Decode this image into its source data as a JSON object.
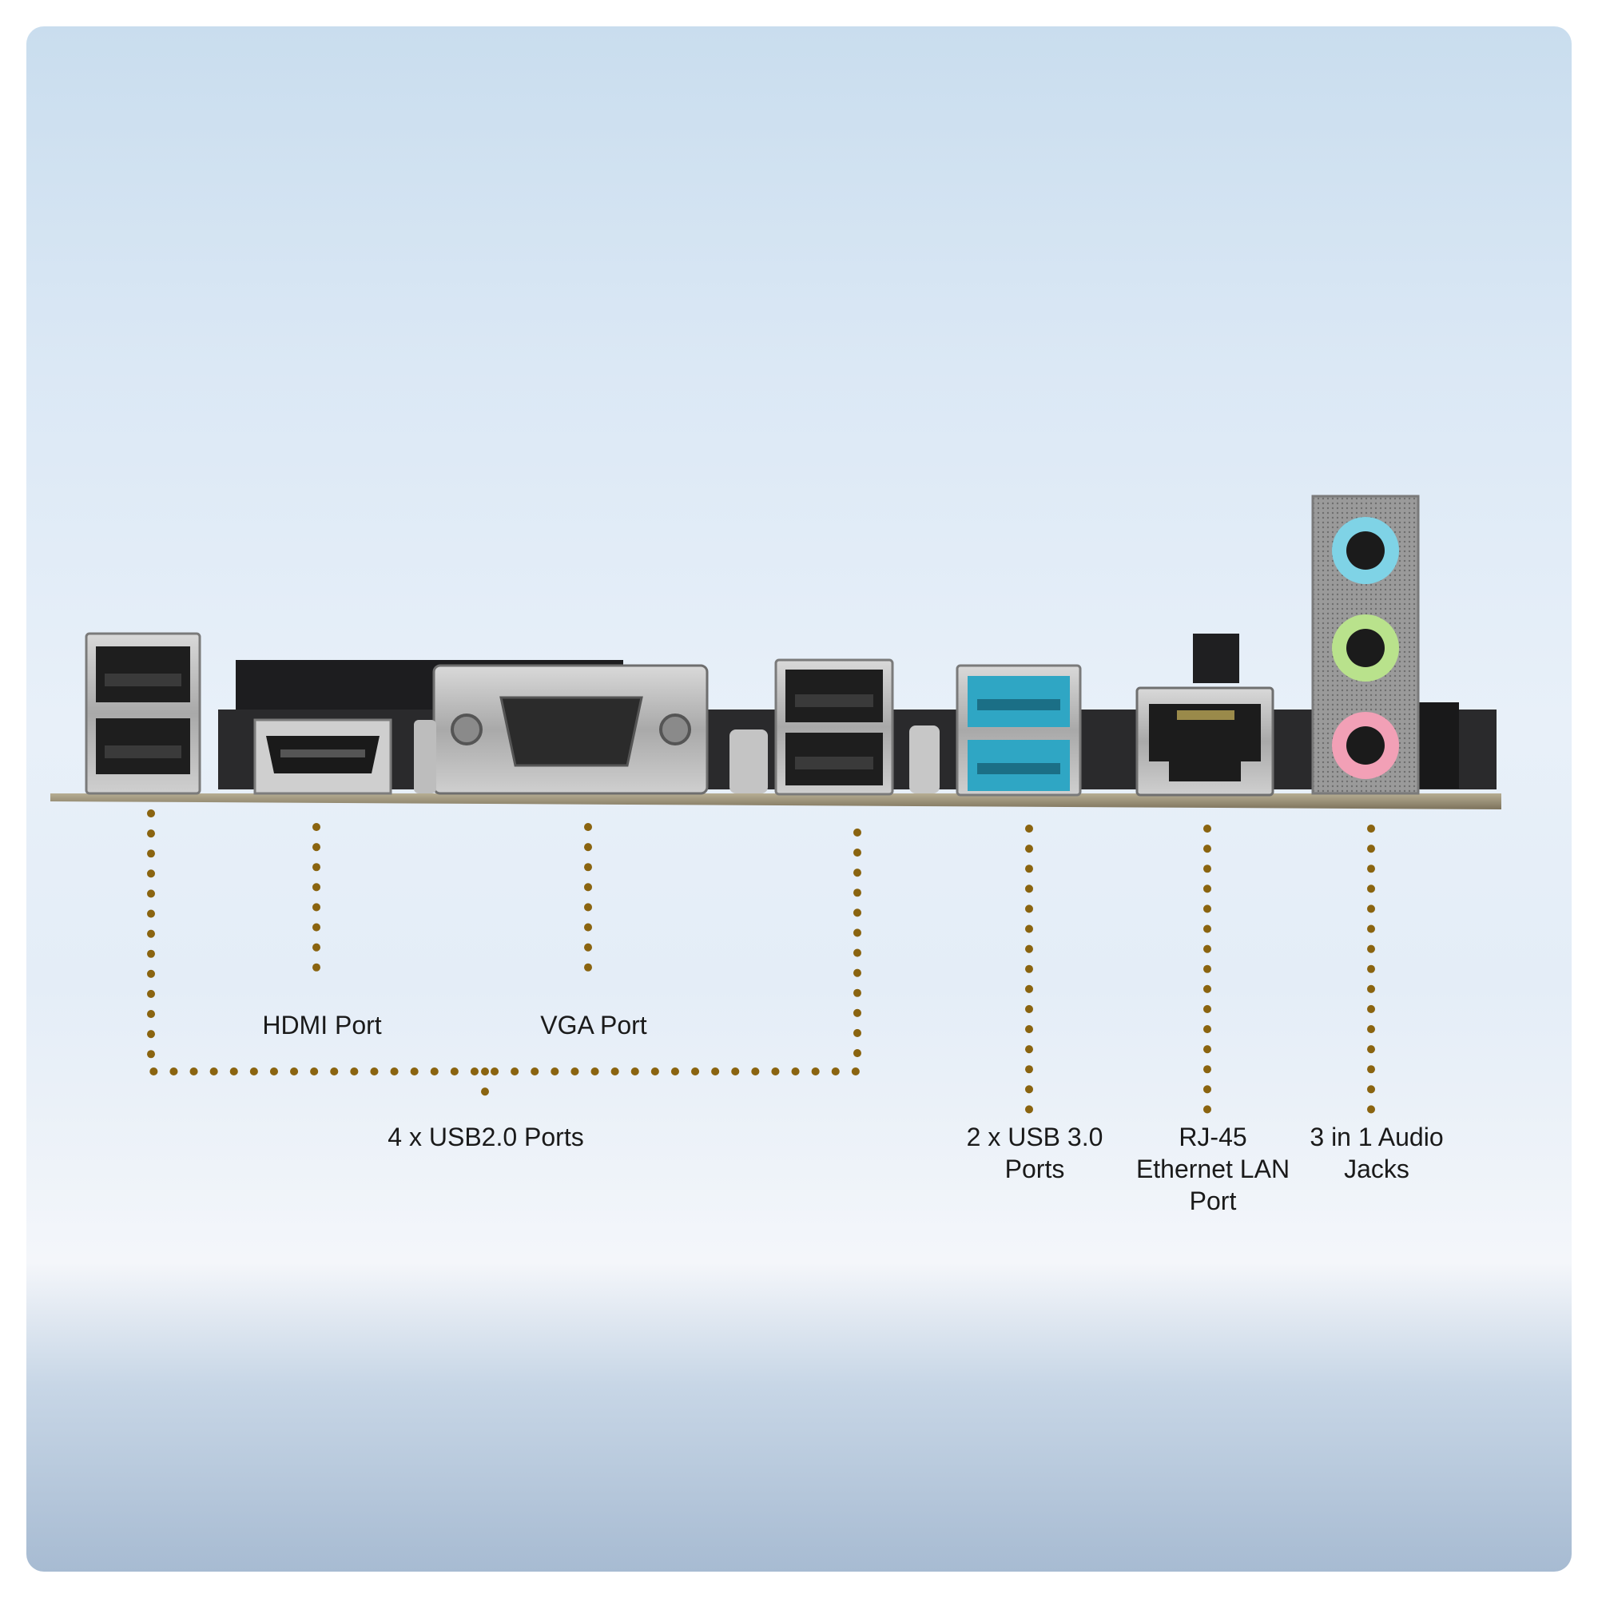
{
  "labels": {
    "hdmi": "HDMI Port",
    "vga": "VGA Port",
    "usb2": "4 x USB2.0 Ports",
    "usb3_line1": "2 x USB 3.0",
    "usb3_line2": "Ports",
    "rj45_line1": "RJ-45",
    "rj45_line2": "Ethernet LAN",
    "rj45_line3": "Port",
    "audio_line1": "3 in 1 Audio",
    "audio_line2": "Jacks"
  },
  "colors": {
    "leader_dots": "#8a6410",
    "usb3_blue": "#2fa6c4",
    "audio_blue": "#7fd3e6",
    "audio_green": "#b9e28c",
    "audio_pink": "#f2a0b6"
  }
}
